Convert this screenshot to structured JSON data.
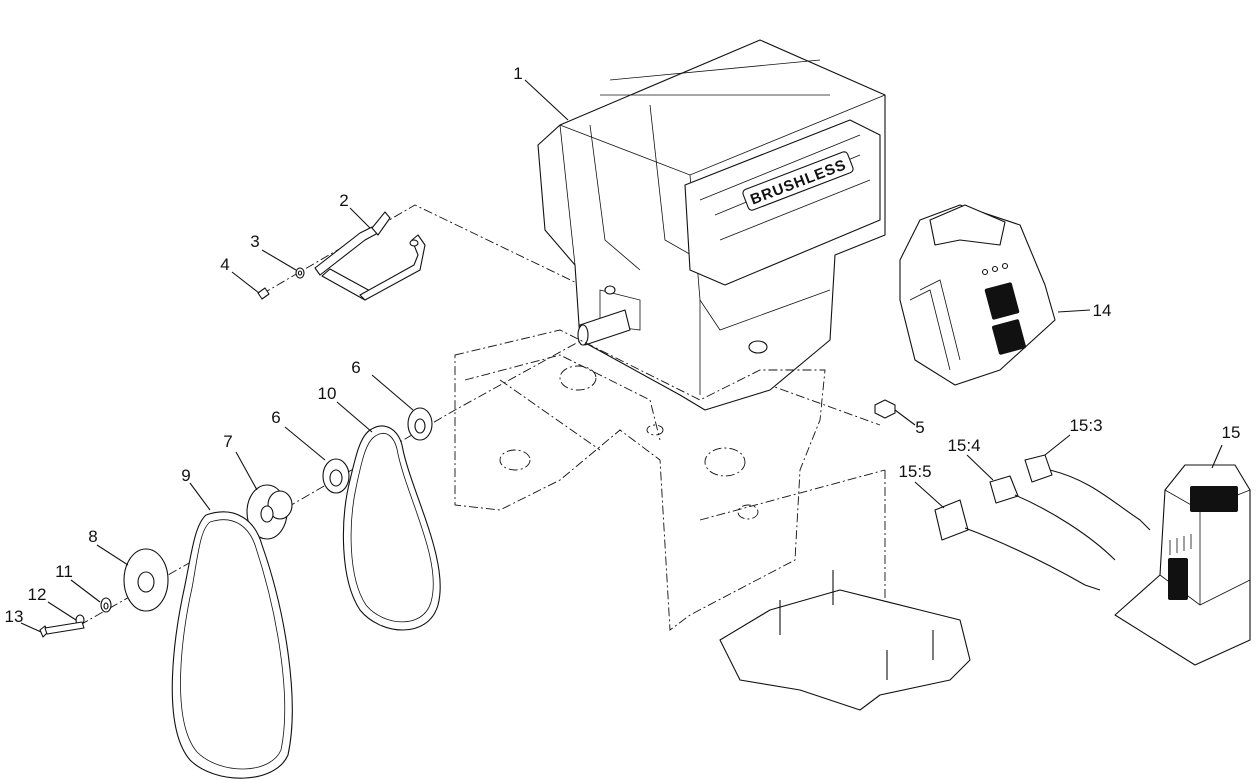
{
  "diagram": {
    "engraved_text": "BRUSHLESS",
    "callouts": [
      {
        "id": "1",
        "text": "1"
      },
      {
        "id": "2",
        "text": "2"
      },
      {
        "id": "3",
        "text": "3"
      },
      {
        "id": "4",
        "text": "4"
      },
      {
        "id": "5",
        "text": "5"
      },
      {
        "id": "6a",
        "text": "6"
      },
      {
        "id": "6b",
        "text": "6"
      },
      {
        "id": "7",
        "text": "7"
      },
      {
        "id": "8",
        "text": "8"
      },
      {
        "id": "9",
        "text": "9"
      },
      {
        "id": "10",
        "text": "10"
      },
      {
        "id": "11",
        "text": "11"
      },
      {
        "id": "12",
        "text": "12"
      },
      {
        "id": "13",
        "text": "13"
      },
      {
        "id": "14",
        "text": "14"
      },
      {
        "id": "15",
        "text": "15"
      },
      {
        "id": "15_3",
        "text": "15:3"
      },
      {
        "id": "15_4",
        "text": "15:4"
      },
      {
        "id": "15_5",
        "text": "15:5"
      }
    ]
  }
}
